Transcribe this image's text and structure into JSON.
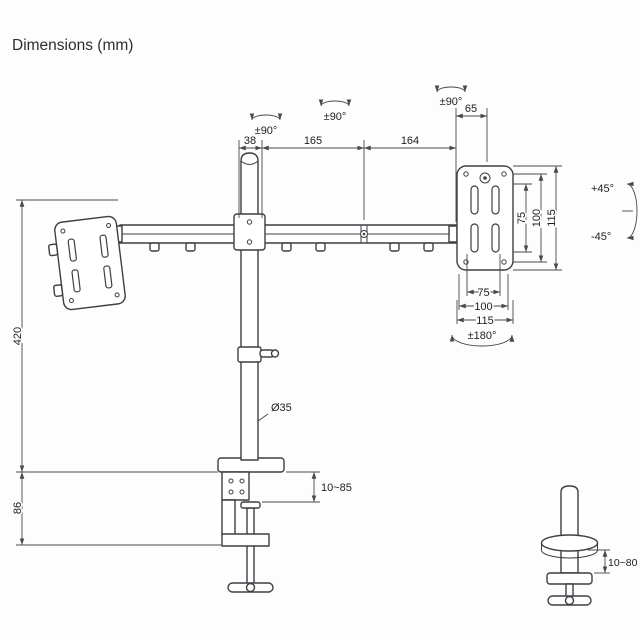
{
  "title": "Dimensions (mm)",
  "labels": {
    "rot_pole": "±90°",
    "rot_mid": "±90°",
    "rot_plate": "±90°",
    "dim_pole_offset": "38",
    "dim_arm_inner": "165",
    "dim_arm_outer": "164",
    "dim_plate_offset": "65",
    "vesa_v_75": "75",
    "vesa_v_100": "100",
    "vesa_v_115": "115",
    "tilt_up": "+45°",
    "tilt_down": "-45°",
    "vesa_h_75": "75",
    "vesa_h_100": "100",
    "vesa_h_115": "115",
    "swivel": "±180°",
    "pole_height": "420",
    "clamp_height": "86",
    "pole_diameter": "Ø35",
    "clamp_range": "10~85",
    "grommet_range": "10~80"
  },
  "colors": {
    "background": "#fdfdfd",
    "line": "#3c3f44",
    "dimension": "#46494e",
    "text": "#222222"
  }
}
